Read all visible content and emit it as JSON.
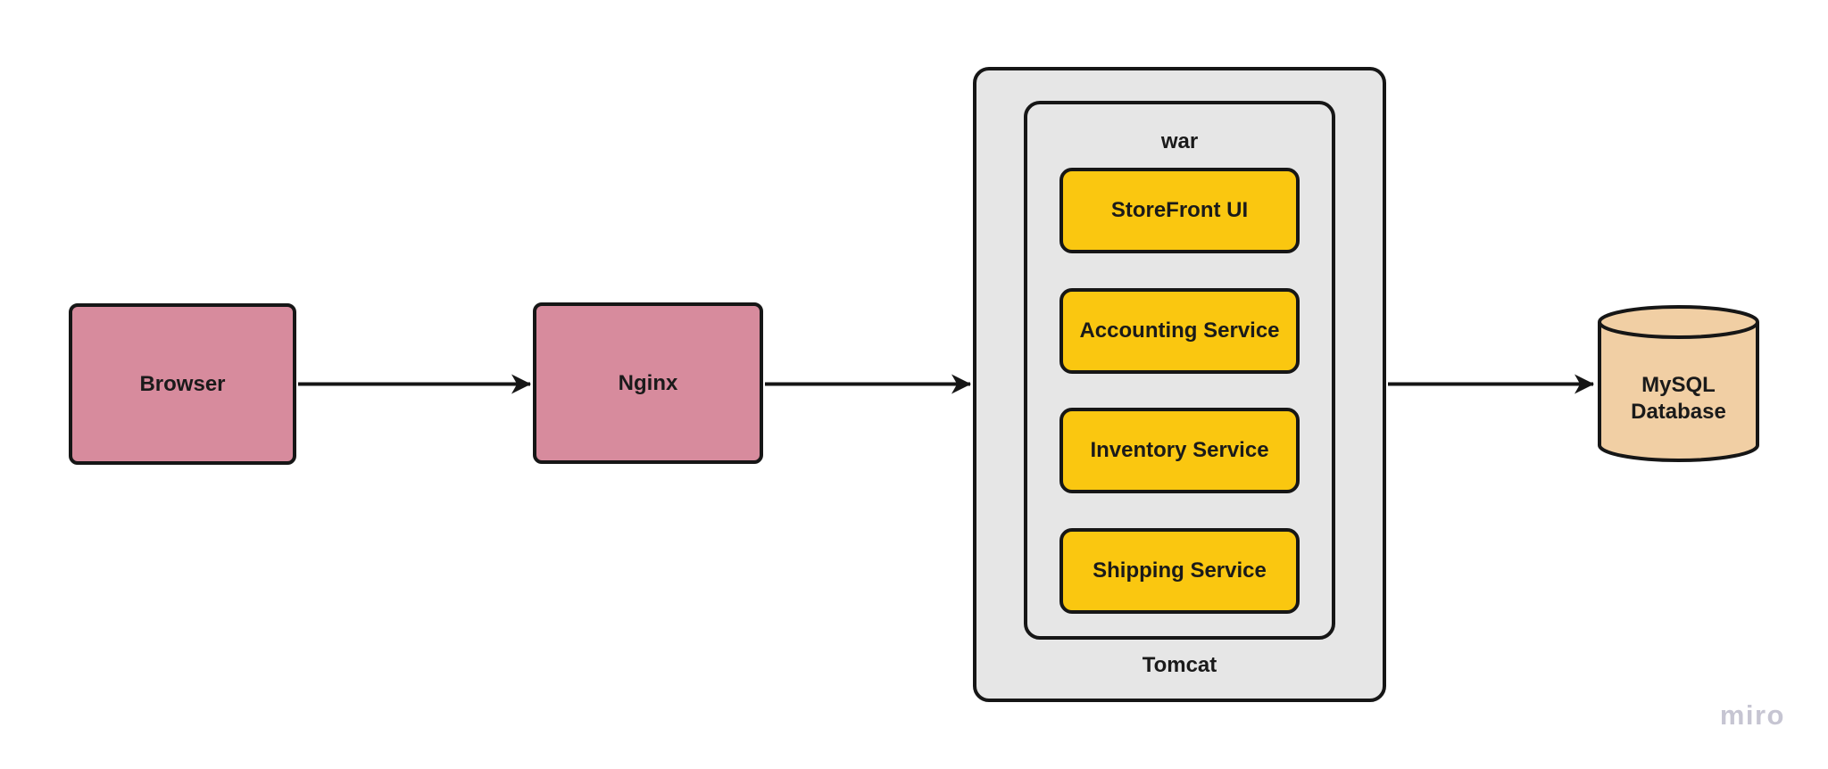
{
  "diagram": {
    "browser": {
      "label": "Browser"
    },
    "nginx": {
      "label": "Nginx"
    },
    "tomcat": {
      "label": "Tomcat"
    },
    "war": {
      "label": "war"
    },
    "services": [
      {
        "label": "StoreFront UI"
      },
      {
        "label": "Accounting Service"
      },
      {
        "label": "Inventory Service"
      },
      {
        "label": "Shipping Service"
      }
    ],
    "database": {
      "line1": "MySQL",
      "line2": "Database"
    },
    "connectors": [
      {
        "from": "Browser",
        "to": "Nginx"
      },
      {
        "from": "Nginx",
        "to": "Tomcat"
      },
      {
        "from": "Tomcat",
        "to": "MySQL Database"
      }
    ],
    "colors": {
      "node_pink": "#d78b9d",
      "service_yellow": "#fac710",
      "container_gray": "#e6e6e6",
      "database_tan": "#f1cfa4",
      "stroke": "#161616",
      "background": "#ffffff",
      "watermark": "#c6c5d2"
    }
  },
  "watermark": {
    "label": "miro"
  }
}
